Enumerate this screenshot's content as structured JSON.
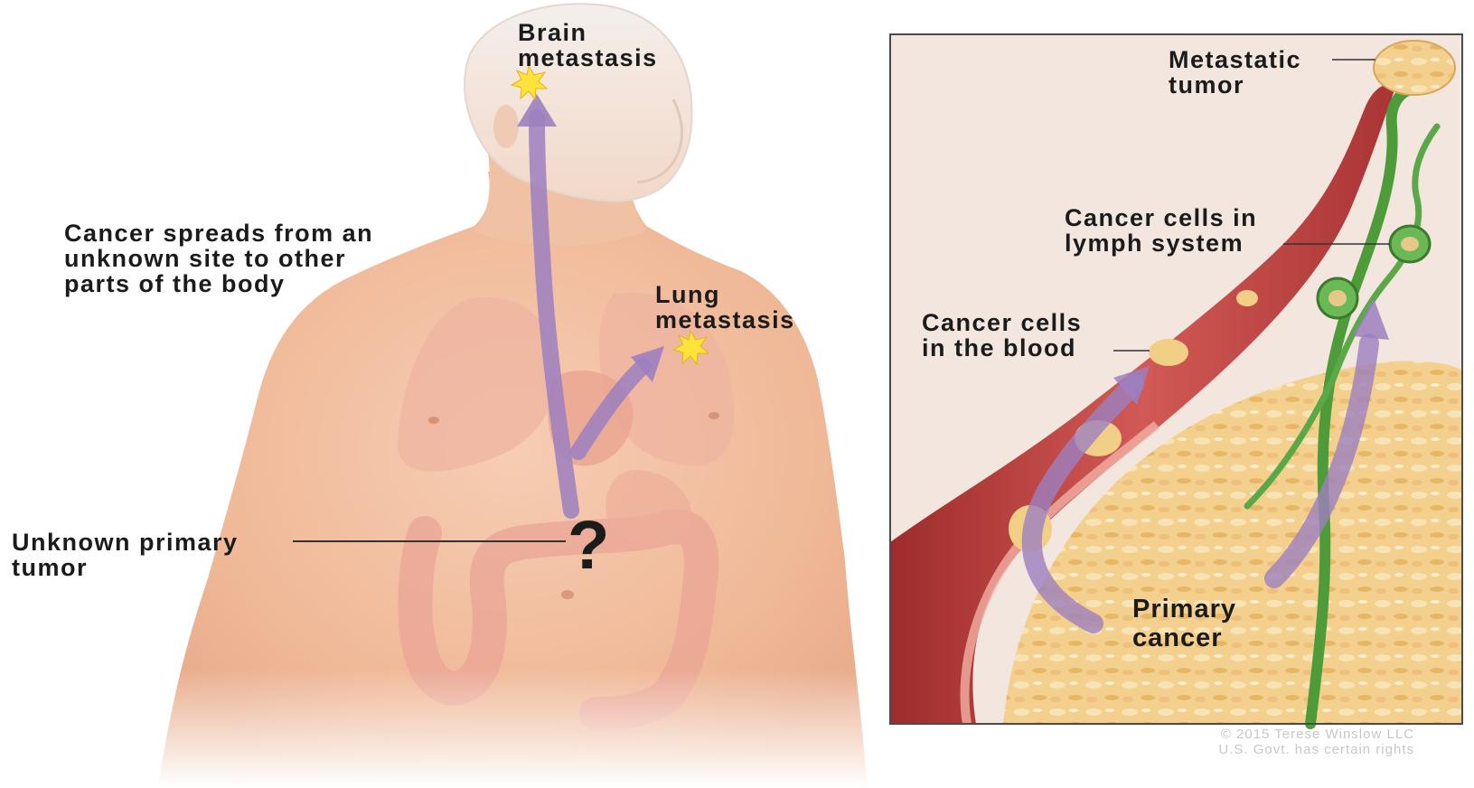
{
  "labels": {
    "brain": "Brain\nmetastasis",
    "lung": "Lung\nmetastasis",
    "spread": "Cancer spreads from an\nunknown site to other\nparts of the body",
    "unknown_primary": "Unknown primary\ntumor",
    "question_mark": "?",
    "metastatic_tumor": "Metastatic\ntumor",
    "lymph": "Cancer cells in\nlymph system",
    "blood": "Cancer cells\nin the blood",
    "primary_cancer": "Primary\ncancer"
  },
  "credit": "© 2015 Terese Winslow LLC\nU.S. Govt. has certain rights",
  "colors": {
    "skin": "#f3c2a6",
    "artery": "#b83b3b",
    "lymph": "#4e9b3a",
    "tumor": "#f2cf86",
    "arrow": "#9c7fbf",
    "star": "#ffe23a"
  }
}
